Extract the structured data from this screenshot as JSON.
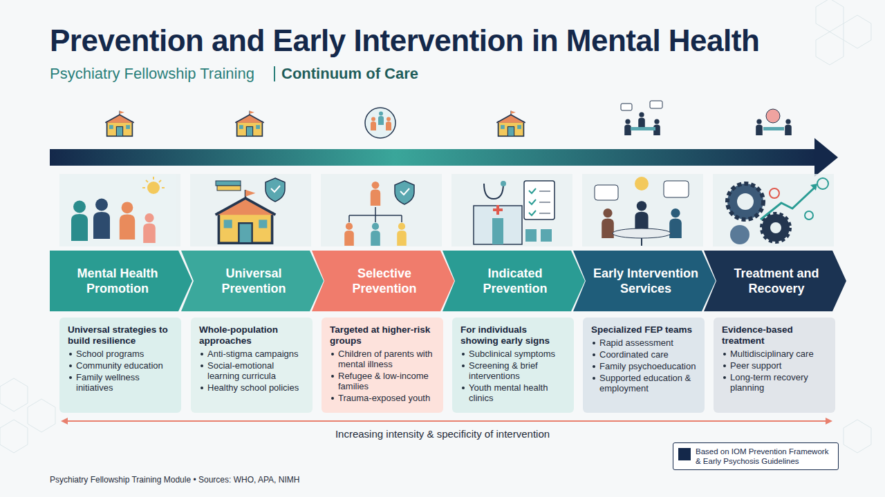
{
  "diagram": {
    "title": "Prevention and Early Intervention in Mental Health",
    "nodes": [
      {
        "text": [
          "Mental Health Promotion"
        ]
      },
      {
        "text": [
          "Universal Prevention"
        ]
      },
      {
        "text": [
          "Selective Prevention"
        ]
      },
      {
        "text": [
          "Indicated Prevention"
        ]
      },
      {
        "text": [
          "Early Intervention Services"
        ]
      },
      {
        "text": [
          "Treatment and Recovery"
        ]
      },
      {
        "text": [
          "Universal strategies to build resilience",
          "School programs",
          "Community education",
          "Family wellness initiatives"
        ]
      },
      {
        "text": [
          "Whole-population approaches",
          "Anti-stigma campaigns",
          "Social-emotional learning curricula",
          "Healthy school policies"
        ]
      },
      {
        "text": [
          "Targeted at higher-risk groups",
          "Children of parents with mental illness",
          "Refugee & low-income families",
          "Trauma-exposed youth"
        ]
      },
      {
        "text": [
          "For individuals showing early signs",
          "Subclinical symptoms",
          "Screening & brief interventions",
          "Youth mental health clinics"
        ]
      },
      {
        "text": [
          "Specialized FEP teams",
          "Rapid assessment",
          "Coordinated care",
          "Family psychoeducation",
          "Supported education & employment"
        ]
      },
      {
        "text": [
          "Evidence-based treatment",
          "Multidisciplinary care",
          "Peer support",
          "Long-term recovery planning"
        ]
      }
    ],
    "labels": [
      "Psychiatry Fellowship Training",
      "Continuum of Care",
      "Increasing intensity & specificity of intervention",
      "Psychiatry Fellowship Training Module • Sources: WHO, APA, NIMH"
    ],
    "legend": [
      {
        "text": "Based on IOM Prevention Framework & Early Psychosis Guidelines",
        "color": "#14284a"
      }
    ]
  }
}
